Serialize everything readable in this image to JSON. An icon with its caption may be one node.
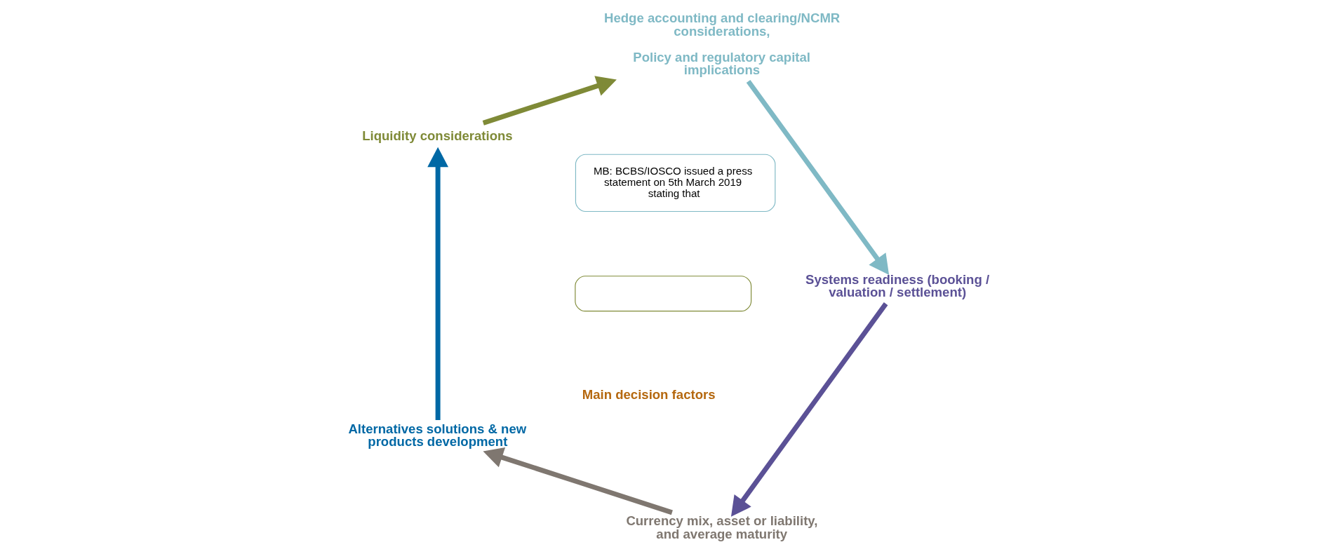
{
  "diagram": {
    "nodes": [
      {
        "text": [
          "Currency mix, asset or liability, and average maturity"
        ]
      },
      {
        "text": [
          "Alternatives solutions & new products development"
        ]
      },
      {
        "text": [
          "Liquidity considerations"
        ]
      },
      {
        "text": [
          "Hedge accounting and clearing/NCMR considerations,",
          "Policy and regulatory capital implications"
        ]
      },
      {
        "text": [
          "Systems readiness (booking / valuation / settlement)"
        ]
      },
      {
        "text": [
          "Main decision factors"
        ]
      },
      {
        "text": [
          "MB: BCBS/IOSCO issued a press statement on 5th March 2019 stating that"
        ]
      },
      {
        "text": [],
        "shape": "box"
      }
    ],
    "edges": [
      {
        "from": 0,
        "to": 1,
        "arrow": "to",
        "color": "#7f7770"
      },
      {
        "from": 1,
        "to": 2,
        "arrow": "to",
        "color": "#0068a5"
      },
      {
        "from": 2,
        "to": 3,
        "arrow": "to",
        "color": "#7f8a37"
      },
      {
        "from": 3,
        "to": 4,
        "arrow": "to",
        "color": "#7fb9c5"
      },
      {
        "from": 4,
        "to": 0,
        "arrow": "to",
        "color": "#5b5196"
      }
    ]
  }
}
